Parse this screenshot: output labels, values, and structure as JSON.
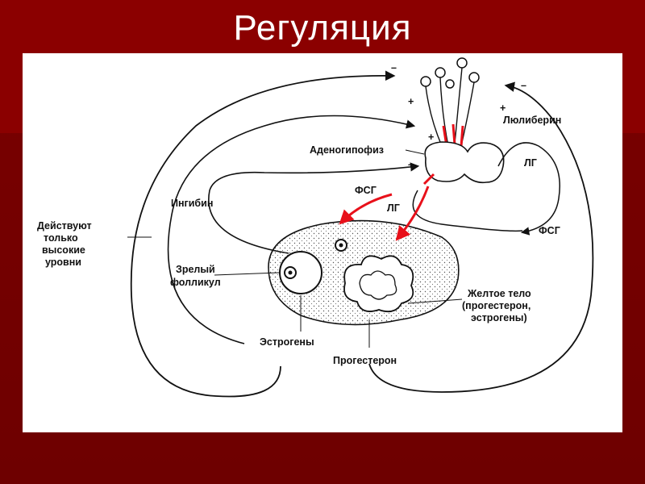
{
  "title": "Регуляция",
  "labels": {
    "lyuliberin": "Люлиберин",
    "lg_top": "ЛГ",
    "adenohypophysis": "Аденогипофиз",
    "fsg_left": "ФСГ",
    "lg_mid": "ЛГ",
    "fsg_right": "ФСГ",
    "inhibin": "Ингибин",
    "act_line1": "Действуют",
    "act_line2": "только",
    "act_line3": "высокие",
    "act_line4": "уровни",
    "follicle_line1": "Зрелый",
    "follicle_line2": "фолликул",
    "corpus_line1": "Желтое тело",
    "corpus_line2": "(прогестерон,",
    "corpus_line3": "эстрогены)",
    "estrogens": "Эстрогены",
    "progesterone": "Прогестерон",
    "plus": "+",
    "minus": "–"
  },
  "colors": {
    "title_band": "#8b0000",
    "background": "#700000",
    "panel": "#ffffff",
    "arrow_red": "#e8101a",
    "line": "#111111"
  }
}
